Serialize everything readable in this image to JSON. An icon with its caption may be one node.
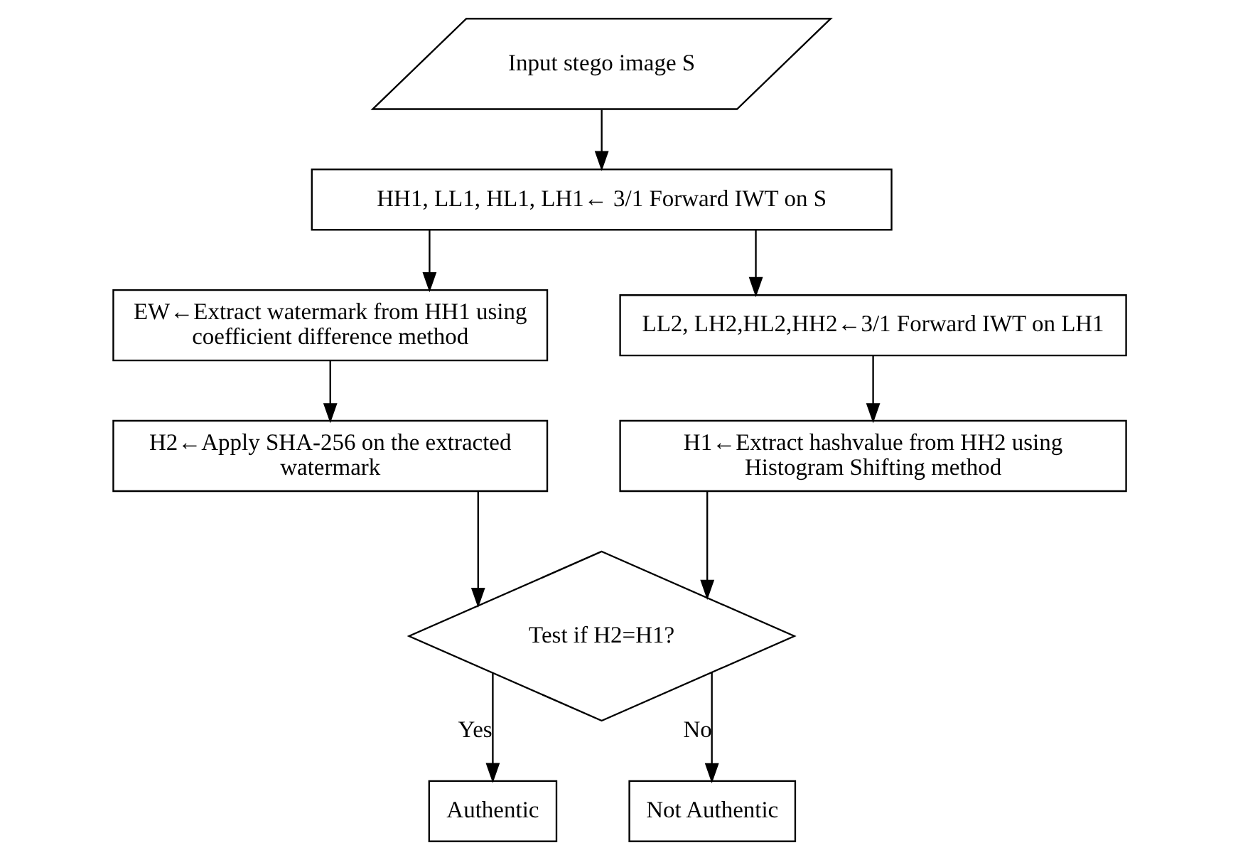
{
  "diagram": {
    "nodes": [
      {
        "text": [
          "Input stego image S"
        ]
      },
      {
        "text": [
          "HH1, LL1, HL1, LH1← 3/1 Forward IWT on S"
        ]
      },
      {
        "text": [
          "EW←Extract watermark from HH1 using coefficient difference method"
        ]
      },
      {
        "text": [
          "LL2, LH2,HL2,HH2←3/1 Forward IWT on LH1"
        ]
      },
      {
        "text": [
          "H2←Apply SHA-256 on the extracted watermark"
        ]
      },
      {
        "text": [
          "H1←Extract hashvalue from HH2 using Histogram Shifting method"
        ]
      },
      {
        "text": [
          "Test if H2=H1?"
        ]
      },
      {
        "text": [
          "Authentic"
        ]
      },
      {
        "text": [
          "Not Authentic"
        ]
      }
    ],
    "edges": [
      {
        "from": 0,
        "to": 1,
        "arrow": "to"
      },
      {
        "from": 1,
        "to": 2,
        "arrow": "to"
      },
      {
        "from": 1,
        "to": 3,
        "arrow": "to"
      },
      {
        "from": 2,
        "to": 4,
        "arrow": "to"
      },
      {
        "from": 3,
        "to": 5,
        "arrow": "to"
      },
      {
        "from": 5,
        "to": 6,
        "arrow": "to"
      },
      {
        "from": 4,
        "to": 6,
        "arrow": "to"
      },
      {
        "from": 6,
        "to": 7,
        "label": "Yes",
        "arrow": "to"
      },
      {
        "from": 6,
        "to": 8,
        "label": "No",
        "arrow": "to"
      }
    ]
  }
}
